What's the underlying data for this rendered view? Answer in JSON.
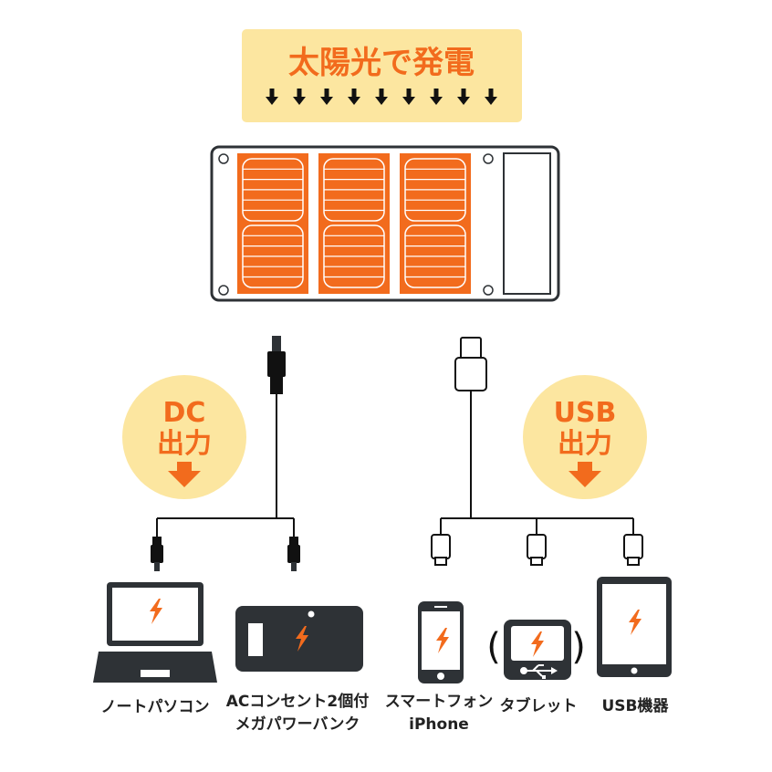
{
  "header": {
    "title": "太陽光で発電"
  },
  "dc_badge": {
    "line1": "DC",
    "line2": "出力"
  },
  "usb_badge": {
    "line1": "USB",
    "line2": "出力"
  },
  "devices": {
    "laptop": {
      "label": "ノートパソコン"
    },
    "powerbank": {
      "label_line1": "ACコンセント2個付",
      "label_line2": "メガパワーバンク"
    },
    "phone": {
      "label_line1": "スマートフォン",
      "label_line2": "iPhone"
    },
    "tablet": {
      "label": "タブレット"
    },
    "usb_device": {
      "label": "USB機器"
    }
  },
  "colors": {
    "orange": "#F26B1D",
    "yellow": "#FCE6A0",
    "dark": "#2E3236",
    "cell_line": "#ffffff",
    "bolt": "#F26B1D"
  }
}
